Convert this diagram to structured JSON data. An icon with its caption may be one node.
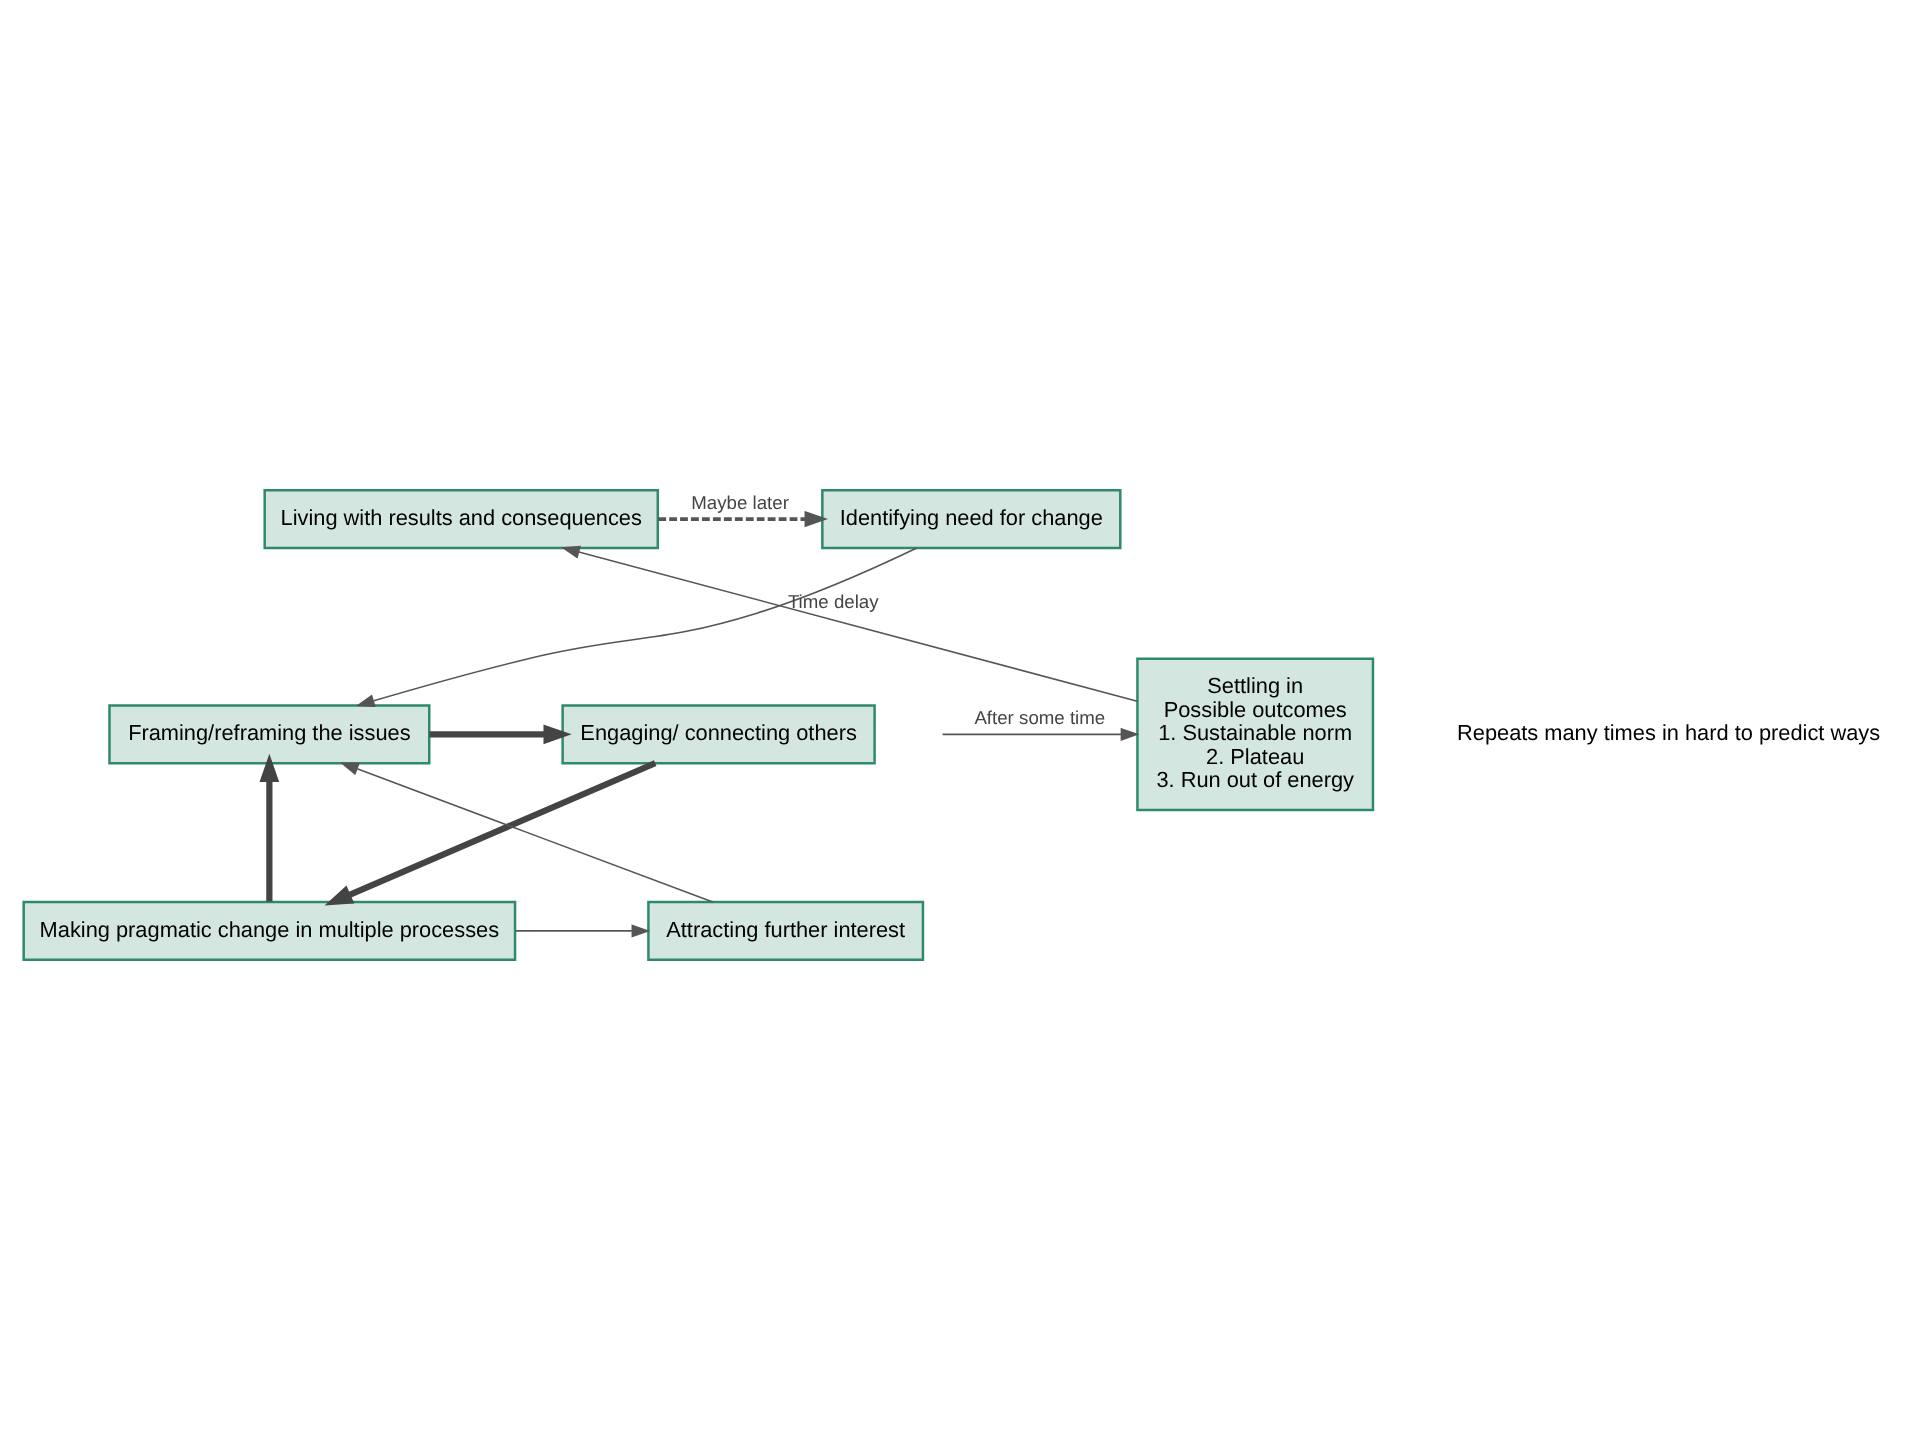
{
  "diagram": {
    "nodes": [
      {
        "text": [
          "Identifying need for change"
        ]
      },
      {
        "text": [
          "Living with results and consequences"
        ]
      },
      {
        "text": [
          "Engaging/ connecting others"
        ]
      },
      {
        "text": [
          "Framing/reframing the issues"
        ]
      },
      {
        "text": [
          "Settling in",
          "Possible outcomes",
          "1. Sustainable norm",
          "2. Plateau",
          "3. Run out of energy"
        ]
      },
      {
        "text": [
          "Making pragmatic change in multiple processes"
        ]
      },
      {
        "text": [
          "Attracting further interest"
        ]
      }
    ],
    "edges": [
      {
        "from": 1,
        "to": 0,
        "arrow": "to",
        "label": "Maybe later",
        "style": "dashed"
      },
      {
        "from": 0,
        "to": 3,
        "arrow": "to"
      },
      {
        "from": 3,
        "to": 2,
        "arrow": "to",
        "style": "thick"
      },
      {
        "from": 2,
        "to": 5,
        "arrow": "to",
        "style": "thick"
      },
      {
        "from": 5,
        "to": 3,
        "arrow": "to",
        "style": "thick"
      },
      {
        "from": null,
        "to": 4,
        "arrow": "to",
        "label": "After some time"
      },
      {
        "from": 4,
        "to": 1,
        "arrow": "to",
        "label": "Time delay"
      },
      {
        "from": 5,
        "to": 6,
        "arrow": "to"
      },
      {
        "from": 6,
        "to": 3,
        "arrow": "to"
      }
    ],
    "labels": [
      "Repeats many times in hard to predict ways"
    ]
  }
}
